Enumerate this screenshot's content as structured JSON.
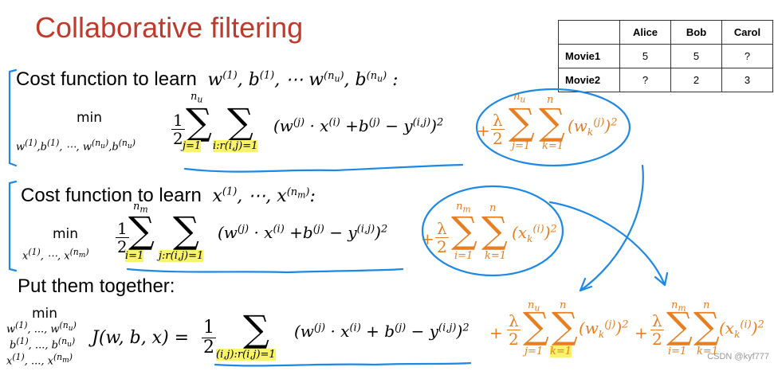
{
  "title": "Collaborative filtering",
  "table": {
    "headers": [
      "",
      "Alice",
      "Bob",
      "Carol"
    ],
    "rows": [
      {
        "movie": "Movie1",
        "ratings": [
          "5",
          "5",
          "?"
        ]
      },
      {
        "movie": "Movie2",
        "ratings": [
          "?",
          "2",
          "3"
        ]
      }
    ]
  },
  "sections": {
    "w_heading": "Cost function to learn",
    "x_heading": "Cost function to learn",
    "together_heading": "Put them together:"
  },
  "colors": {
    "title": "#c0392b",
    "accent": "#e67e22",
    "ink": "#1e88e5",
    "highlight": "#f8f36a"
  },
  "watermark": "CSDN @kyf777"
}
